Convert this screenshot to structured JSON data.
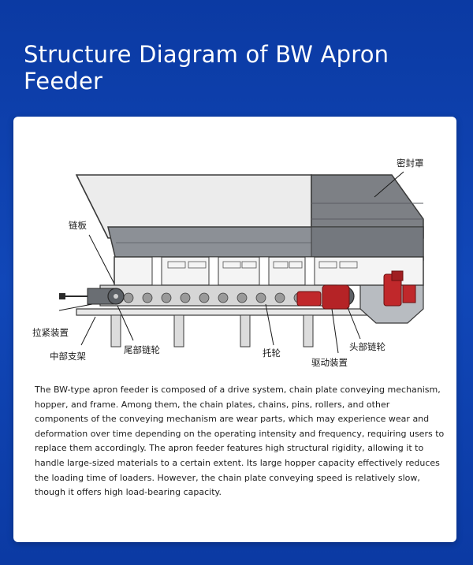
{
  "title": "Structure Diagram of BW Apron Feeder",
  "labels": {
    "seal_cover": "密封罩",
    "chain_plate": "链板",
    "tension_device": "拉紧装置",
    "middle_frame": "中部支架",
    "tail_sprocket": "尾部链轮",
    "idler_roller": "托轮",
    "head_sprocket": "头部链轮",
    "drive_device": "驱动装置"
  },
  "description": "The BW-type apron feeder is composed of a drive system, chain plate conveying mechanism, hopper, and frame. Among them, the chain plates, chains, pins, rollers, and other components of the conveying mechanism are wear parts, which may experience wear and deformation over time depending on the operating intensity and frequency, requiring users to replace them accordingly. The apron feeder features high structural rigidity, allowing it to handle large-sized materials to a certain extent. Its large hopper capacity effectively reduces the loading time of loaders. However, the chain plate conveying speed is relatively slow, though it offers high load-bearing capacity.",
  "colors": {
    "background": "#0d3fa8",
    "card": "#ffffff",
    "drive_red": "#c0282b",
    "metal_gray": "#8a8f95"
  }
}
